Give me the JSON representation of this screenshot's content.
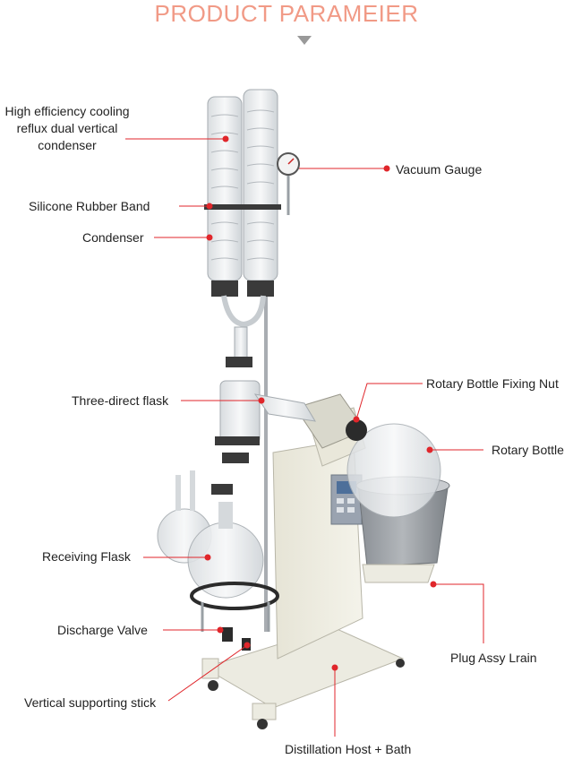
{
  "title": "PRODUCT PARAMEIER",
  "accent_color": "#f19a86",
  "leader_color": "#e0262b",
  "labels": {
    "condenser_dual": "High efficiency cooling reflux dual vertical condenser",
    "vacuum_gauge": "Vacuum Gauge",
    "silicone_band": "Silicone Rubber Band",
    "condenser": "Condenser",
    "three_direct_flask": "Three-direct flask",
    "fixing_nut": "Rotary Bottle Fixing Nut",
    "rotary_bottle": "Rotary Bottle",
    "receiving_flask": "Receiving Flask",
    "discharge_valve": "Discharge Valve",
    "plug_assy": "Plug Assy Lrain",
    "vertical_stick": "Vertical supporting stick",
    "distillation_host": "Distillation Host + Bath"
  }
}
